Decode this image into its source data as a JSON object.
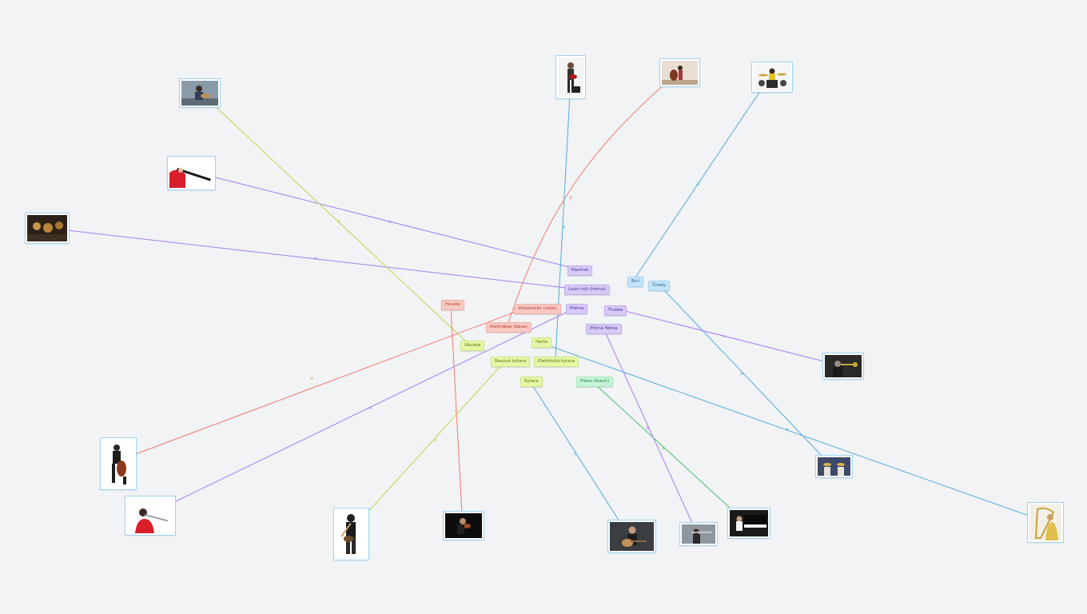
{
  "labels": {
    "klarinet": "Klarinet",
    "lesni_roh": "Lesní roh (horna)",
    "bici": "Bicí",
    "cinely": "Činely",
    "housle": "Housle",
    "violoncello": "Violoncello (cello)",
    "fletna": "Flétna",
    "trubka": "Trubka",
    "kontrabas": "Kontrabas (basa)",
    "pricna_fletna": "Příčná flétna",
    "ukulele": "Ukulele",
    "harfa": "Harfa",
    "basova_kytara": "Basová kytara",
    "elektricka_kytara": "Elektrická kytara",
    "kytara": "Kytara",
    "piano": "Piáno (klavír)"
  },
  "colors": {
    "purple": "#a77cf0",
    "red": "#f07a6c",
    "lime": "#b5d94a",
    "blue": "#57a9d8",
    "green": "#4cbf6f"
  }
}
